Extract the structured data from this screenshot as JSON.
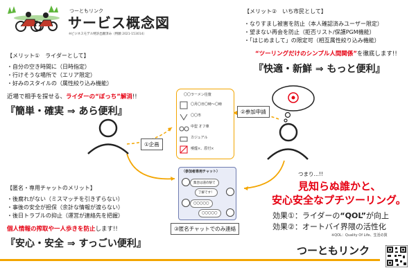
{
  "header": {
    "logo_sub": "つーともリンク",
    "title": "サービス概念図",
    "note": "※ビジネスモデル特許出願済み（特願 2021-153014）"
  },
  "merit1": {
    "heading": "【メリット①　ライダーとして】",
    "items": [
      "・自分の空き時間に（日時指定）",
      "・行けそうな場所で（エリア限定）",
      "・好みのスタイルの（属性絞り込み機能）"
    ],
    "line_prefix": "近場で相手を探せる、",
    "line_red": "ライダーの“ぼっち”解消",
    "line_suffix": "!!",
    "slogan": "『簡単・確実 ⇒ あら便利』"
  },
  "merit2": {
    "heading": "【メリット②　いち市民として】",
    "items": [
      "・なりすまし被害を防止（本人確認済みユーザー限定）",
      "・望まない再会を防止（拒否リスト/保護PGM機能）",
      "・「はじめまして」の限定可（相互属性絞り込み機能）"
    ],
    "line_red": "“ツーリングだけのシンプル人間関係”",
    "line_suffix": "を徹底します!!",
    "slogan": "『快適・新鮮 ⇒ もっと便利』"
  },
  "merit3": {
    "heading": "【匿名・専用チャットのメリット】",
    "items": [
      "・後腐れがない（ミスマッチを引きずらない）",
      "・事後の安全が担保（余計な情報が渡らない）",
      "・後日トラブルの抑止（運営が連絡先を把握）"
    ],
    "line_red": "個人情報の搾取や一人歩きを防止",
    "line_suffix": "します!!",
    "slogan": "『安心・安全 ⇒ すっごい便利』"
  },
  "board": {
    "title": "〇〇ラーメン往復",
    "items": [
      "〇月〇日〇時〜〇時",
      "〇〇市",
      "中型 オフ車",
      "カジュアル",
      "喫煙×、原付×"
    ]
  },
  "chat": {
    "title": "（参加者専用チャット）",
    "bubbles": [
      "集合は道の駅で",
      "了解です！",
      "〇〇〇〇〇",
      "〇〇〇〇〇"
    ]
  },
  "labels": {
    "plan": "①企画",
    "apply": "②参加申請",
    "chat_contact": "③匿名チャットでのみ連絡"
  },
  "conclusion": {
    "lead": "つまり…!!",
    "big1": "見知らぬ誰かと、",
    "big2": "安心安全なプチツーリング。",
    "effect1_prefix": "効果①：ライダーの",
    "effect1_qol": "“QOL”",
    "effect1_suffix": "が向上",
    "effect2": "効果②：オートバイ界隈の活性化",
    "qol_note": "※QOL：Quality Of Life、生活の質"
  },
  "footer": {
    "brand": "つーともリンク"
  },
  "colors": {
    "accent": "#f3a500",
    "red": "#e60012",
    "logo_green": "#5fb63b",
    "bike_red": "#c0392b"
  }
}
